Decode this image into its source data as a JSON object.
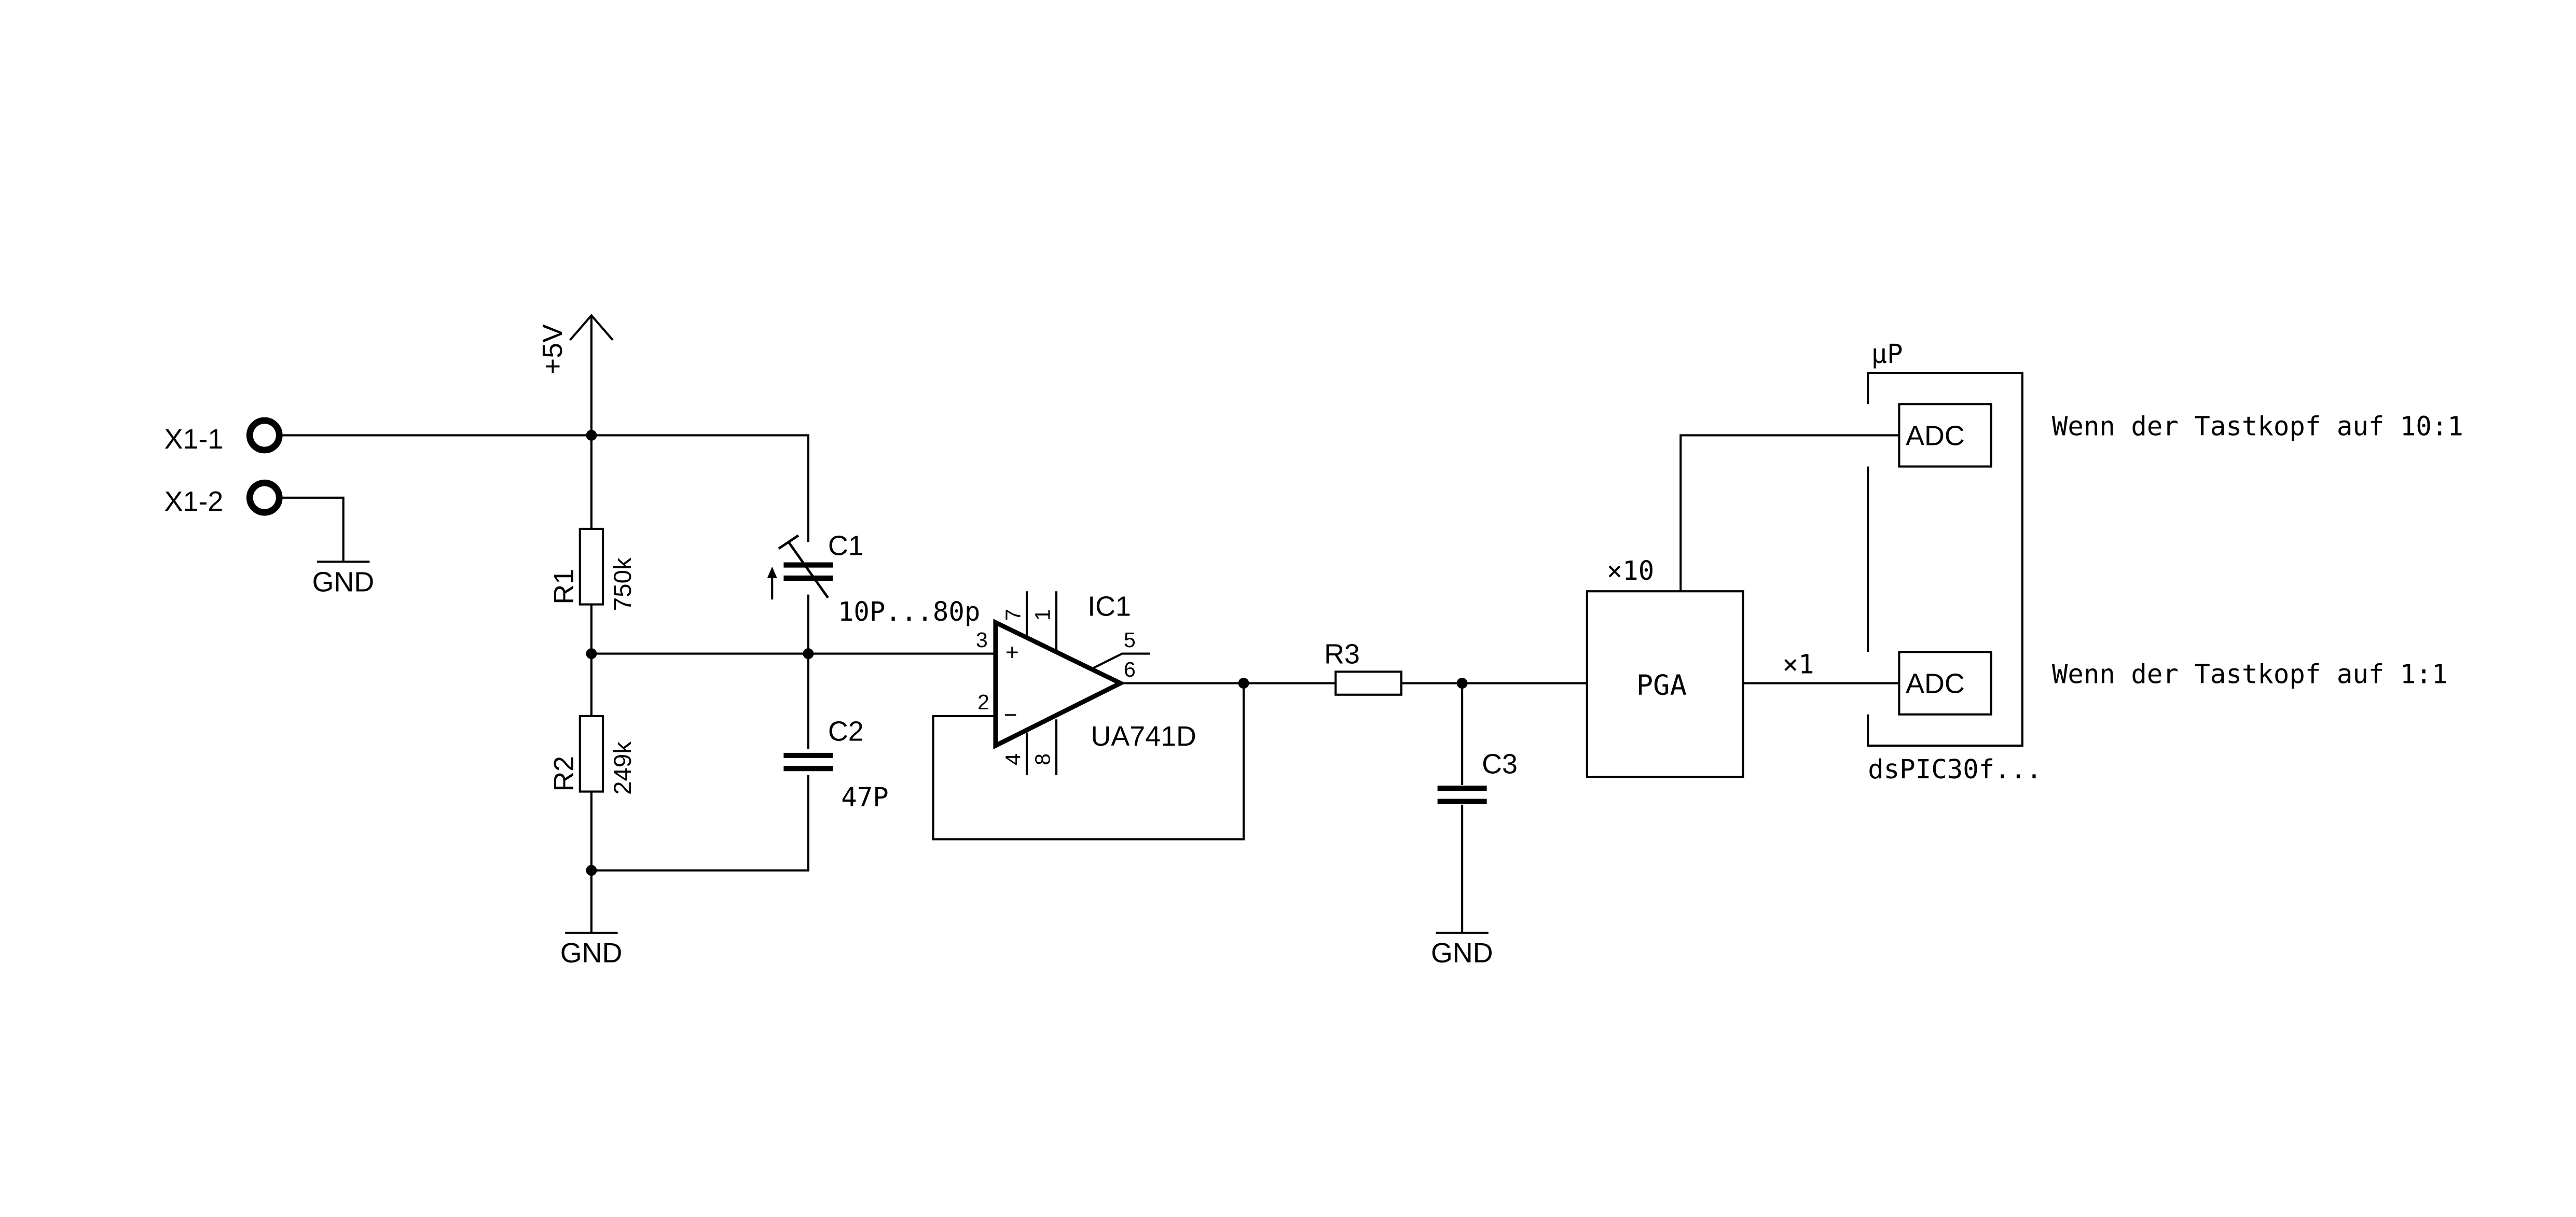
{
  "connectors": {
    "x1_1": "X1-1",
    "x1_2": "X1-2"
  },
  "power": {
    "supply": "+5V",
    "gnd_x1": "GND",
    "gnd_divider": "GND",
    "gnd_c3": "GND"
  },
  "components": {
    "r1": {
      "name": "R1",
      "value": "750k"
    },
    "r2": {
      "name": "R2",
      "value": "249k"
    },
    "r3": {
      "name": "R3"
    },
    "c1": {
      "name": "C1",
      "value": "10P...80p"
    },
    "c2": {
      "name": "C2",
      "value": "47P"
    },
    "c3": {
      "name": "C3"
    },
    "ic1": {
      "name": "IC1",
      "value": "UA741D",
      "plus": "+",
      "minus": "−",
      "pins": {
        "p1": "1",
        "p2": "2",
        "p3": "3",
        "p4": "4",
        "p5": "5",
        "p6": "6",
        "p7": "7",
        "p8": "8"
      }
    }
  },
  "pga": {
    "label": "PGA",
    "gain_x10": "×10",
    "gain_x1": "×1"
  },
  "micro": {
    "label": "µP",
    "part": "dsPIC30f...",
    "adc_top": "ADC",
    "adc_bottom": "ADC"
  },
  "notes": {
    "top": "Wenn der Tastkopf auf 10:1",
    "bottom": "Wenn der Tastkopf auf 1:1"
  }
}
